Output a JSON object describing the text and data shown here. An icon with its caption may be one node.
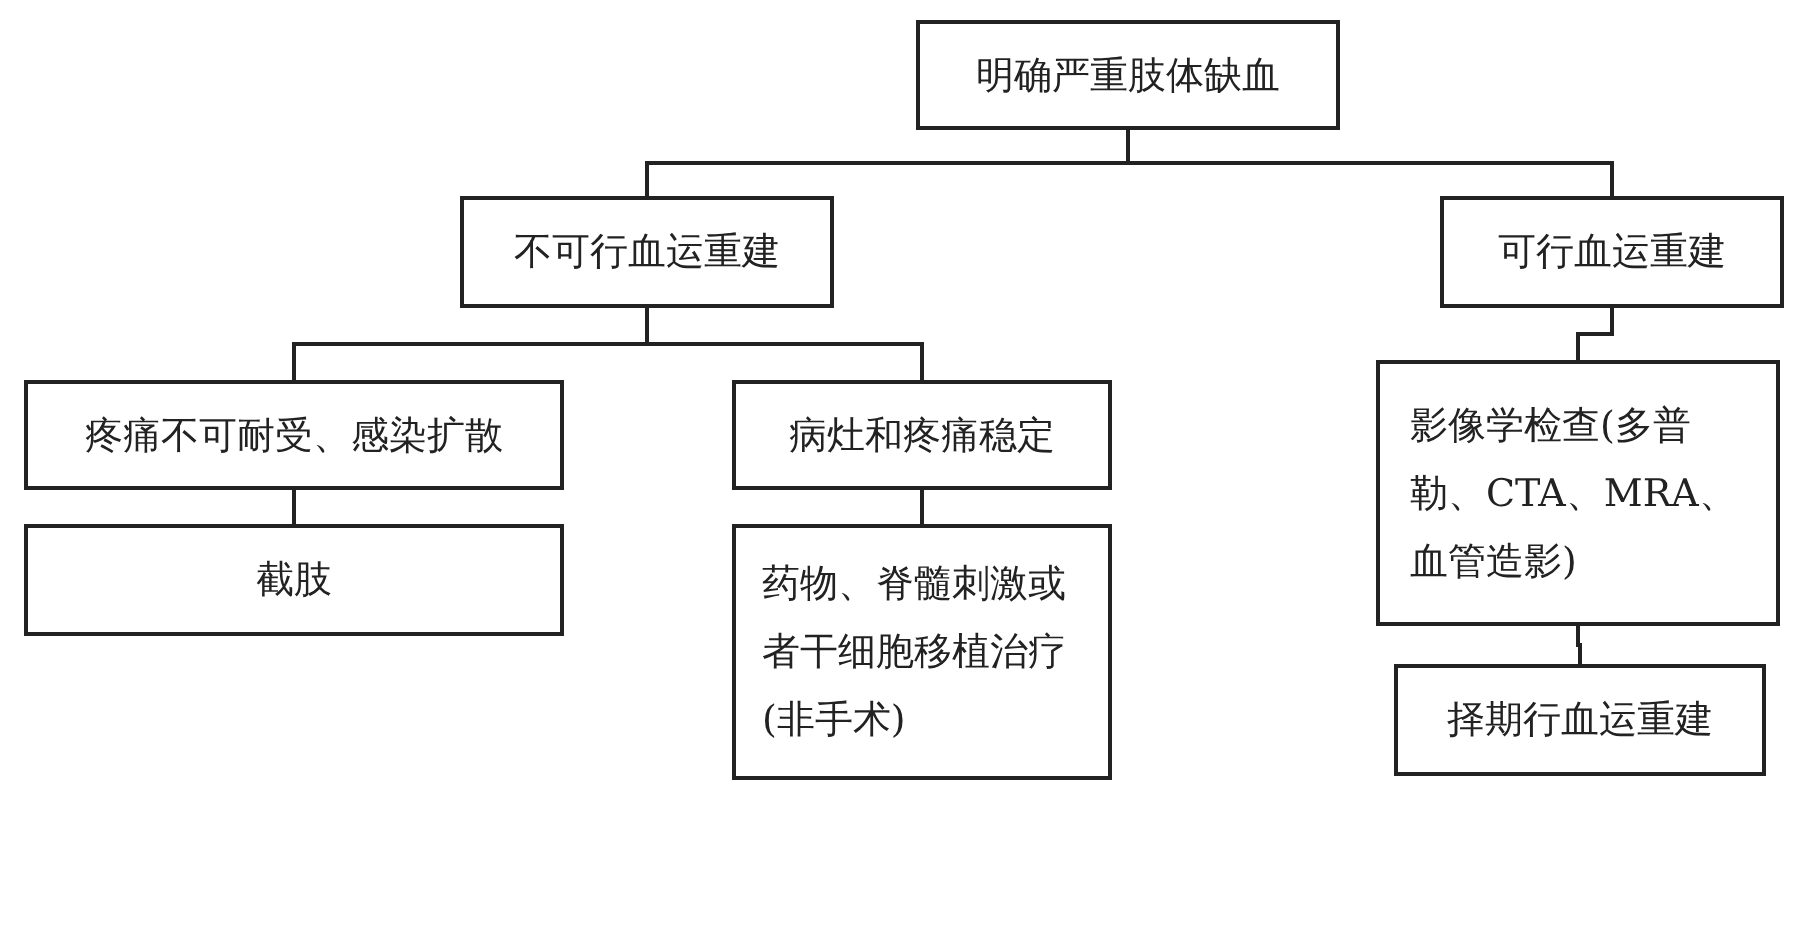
{
  "diagram": {
    "nodes": [
      {
        "text": [
          "明确严重肢体缺血"
        ]
      },
      {
        "text": [
          "不可行血运重建"
        ]
      },
      {
        "text": [
          "可行血运重建"
        ]
      },
      {
        "text": [
          "疼痛不可耐受、感染扩散"
        ]
      },
      {
        "text": [
          "截肢"
        ]
      },
      {
        "text": [
          "病灶和疼痛稳定"
        ]
      },
      {
        "text": [
          "药物、脊髓刺激或者干细胞移植治疗(非手术)"
        ]
      },
      {
        "text": [
          "影像学检查(多普勒、CTA、MRA、血管造影)"
        ]
      },
      {
        "text": [
          "择期行血运重建"
        ]
      }
    ],
    "edges": [
      {
        "from": 0,
        "to": 1,
        "arrow": "none"
      },
      {
        "from": 0,
        "to": 2,
        "arrow": "none"
      },
      {
        "from": 1,
        "to": 3,
        "arrow": "none"
      },
      {
        "from": 1,
        "to": 5,
        "arrow": "none"
      },
      {
        "from": 3,
        "to": 4,
        "arrow": "none"
      },
      {
        "from": 5,
        "to": 6,
        "arrow": "none"
      },
      {
        "from": 2,
        "to": 7,
        "arrow": "none"
      },
      {
        "from": 7,
        "to": 8,
        "arrow": "none"
      }
    ]
  }
}
